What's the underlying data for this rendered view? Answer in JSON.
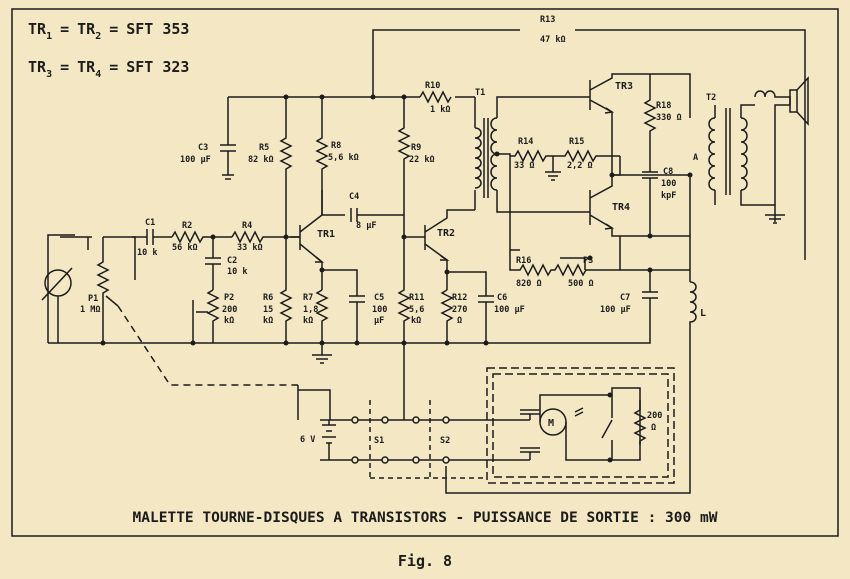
{
  "header": {
    "line1": {
      "a": "TR",
      "a_sub": "1",
      "eq1": "=",
      "b": "TR",
      "b_sub": "2",
      "eq2": "=",
      "part": "SFT 353"
    },
    "line2": {
      "a": "TR",
      "a_sub": "3",
      "eq1": "=",
      "b": "TR",
      "b_sub": "4",
      "eq2": "=",
      "part": "SFT 323"
    }
  },
  "components": {
    "c1": {
      "ref": "C1",
      "val": "10 k"
    },
    "r2": {
      "ref": "R2",
      "val": "56 kΩ"
    },
    "c2": {
      "ref": "C2",
      "val": "10 k"
    },
    "r4": {
      "ref": "R4",
      "val": "33 kΩ"
    },
    "p1": {
      "ref": "P1",
      "val": "1 MΩ"
    },
    "p2": {
      "ref": "P2",
      "val1": "200",
      "val2": "kΩ"
    },
    "c3": {
      "ref": "C3",
      "val": "100 µF"
    },
    "r5": {
      "ref": "R5",
      "val": "82 kΩ"
    },
    "r6": {
      "ref": "R6",
      "val1": "15",
      "val2": "kΩ"
    },
    "r8": {
      "ref": "R8",
      "val": "5,6 kΩ"
    },
    "c4": {
      "ref": "C4",
      "val": "8 µF"
    },
    "tr1": {
      "ref": "TR1"
    },
    "r7": {
      "ref": "R7",
      "val1": "1,8",
      "val2": "kΩ"
    },
    "c5": {
      "ref": "C5",
      "val1": "100",
      "val2": "µF"
    },
    "r9": {
      "ref": "R9",
      "val": "22 kΩ"
    },
    "tr2": {
      "ref": "TR2"
    },
    "r11": {
      "ref": "R11",
      "val1": "5,6",
      "val2": "kΩ"
    },
    "r12": {
      "ref": "R12",
      "val1": "270",
      "val2": "Ω"
    },
    "c6": {
      "ref": "C6",
      "val": "100 µF"
    },
    "r10": {
      "ref": "R10",
      "val": "1 kΩ"
    },
    "t1": {
      "ref": "T1"
    },
    "r13": {
      "ref": "R13",
      "val": "47 kΩ"
    },
    "r14": {
      "ref": "R14",
      "val": "33 Ω"
    },
    "r15": {
      "ref": "R15",
      "val": "2,2 Ω"
    },
    "tr3": {
      "ref": "TR3"
    },
    "tr4": {
      "ref": "TR4"
    },
    "r16": {
      "ref": "R16",
      "val": "820 Ω"
    },
    "p3": {
      "ref": "P3",
      "val": "500 Ω"
    },
    "r18": {
      "ref": "R18",
      "val": "330 Ω"
    },
    "c8": {
      "ref": "C8",
      "val1": "100",
      "val2": "kpF"
    },
    "t2": {
      "ref": "T2"
    },
    "a": {
      "ref": "A"
    },
    "c7": {
      "ref": "C7",
      "val": "100 µF"
    },
    "l": {
      "ref": "L"
    },
    "motor": {
      "ref": "M"
    },
    "r200": {
      "val1": "200",
      "val2": "Ω"
    },
    "battery": {
      "val": "6 V"
    },
    "s1": {
      "ref": "S1"
    },
    "s2": {
      "ref": "S2"
    }
  },
  "caption": "MALETTE TOURNE-DISQUES A TRANSISTORS - PUISSANCE DE SORTIE : 300 mW",
  "figure_label": "Fig. 8",
  "colors": {
    "paper": "#f3e7c4",
    "ink": "#1c1c1c"
  }
}
